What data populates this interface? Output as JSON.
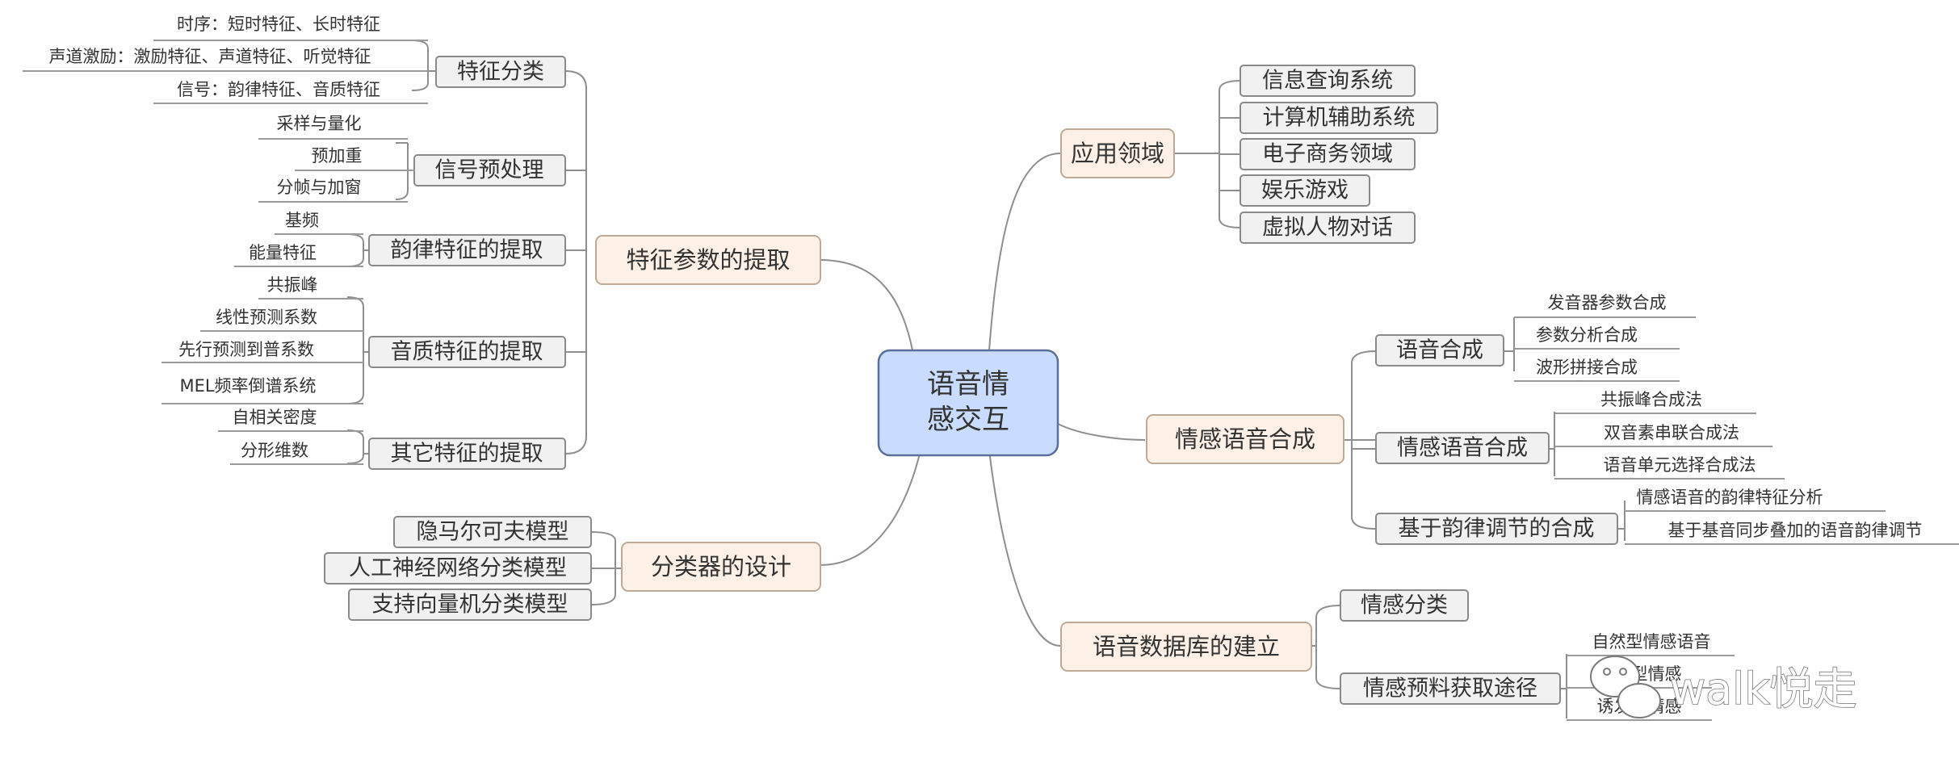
{
  "central": {
    "line1": "语音情",
    "line2": "感交互"
  },
  "branches": {
    "feature": {
      "label": "特征参数的提取",
      "sub": {
        "classify": {
          "label": "特征分类",
          "leaves": [
            "时序：短时特征、长时特征",
            "声道激励：激励特征、声道特征、听觉特征",
            "信号：韵律特征、音质特征"
          ]
        },
        "preprocess": {
          "label": "信号预处理",
          "leaves": [
            "采样与量化",
            "预加重",
            "分帧与加窗"
          ]
        },
        "prosody": {
          "label": "韵律特征的提取",
          "leaves": [
            "基频",
            "能量特征"
          ]
        },
        "quality": {
          "label": "音质特征的提取",
          "leaves": [
            "共振峰",
            "线性预测系数",
            "先行预测到普系数",
            "MEL频率倒谱系统"
          ]
        },
        "other": {
          "label": "其它特征的提取",
          "leaves": [
            "自相关密度",
            "分形维数"
          ]
        }
      }
    },
    "classifier": {
      "label": "分类器的设计",
      "sub": {
        "hmm": "隐马尔可夫模型",
        "ann": "人工神经网络分类模型",
        "svm": "支持向量机分类模型"
      }
    },
    "application": {
      "label": "应用领域",
      "sub": {
        "query": "信息查询系统",
        "cai": "计算机辅助系统",
        "ecommerce": "电子商务领域",
        "game": "娱乐游戏",
        "virtual": "虚拟人物对话"
      }
    },
    "synthesis": {
      "label": "情感语音合成",
      "sub": {
        "speech": {
          "label": "语音合成",
          "leaves": [
            "发音器参数合成",
            "参数分析合成",
            "波形拼接合成"
          ]
        },
        "emotional": {
          "label": "情感语音合成",
          "leaves": [
            "共振峰合成法",
            "双音素串联合成法",
            "语音单元选择合成法"
          ]
        },
        "prosody_adjust": {
          "label": "基于韵律调节的合成",
          "leaves": [
            "情感语音的韵律特征分析",
            "基于基音同步叠加的语音韵律调节"
          ]
        }
      }
    },
    "database": {
      "label": "语音数据库的建立",
      "sub": {
        "emotion_class": {
          "label": "情感分类"
        },
        "corpus": {
          "label": "情感预料获取途径",
          "leaves": [
            "自然型情感语音",
            "表演型情感",
            "诱发型情感"
          ]
        }
      }
    }
  },
  "watermark": {
    "text": "walk悦走",
    "icon": "wechat-icon"
  }
}
